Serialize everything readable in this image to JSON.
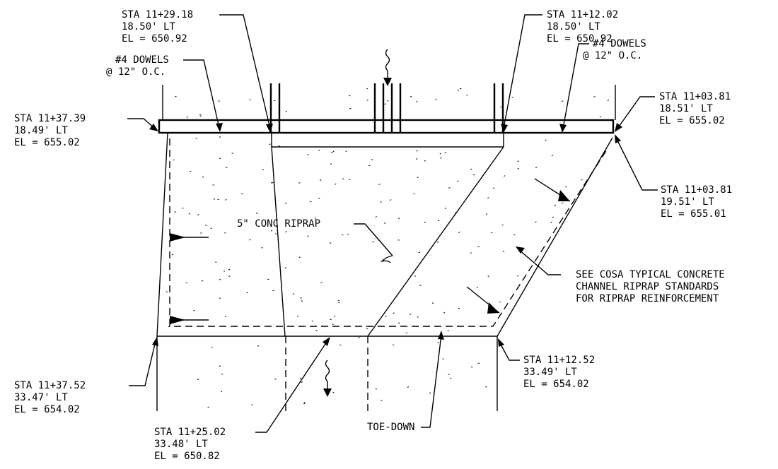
{
  "callouts": {
    "sta_112918": [
      "STA 11+29.18",
      "18.50' LT",
      "EL = 650.92"
    ],
    "sta_111202": [
      "STA 11+12.02",
      "18.50' LT",
      "EL = 650.92"
    ],
    "dowels_left": [
      "#4 DOWELS",
      "@ 12\" O.C."
    ],
    "dowels_right": [
      "#4 DOWELS",
      "@ 12\" O.C."
    ],
    "sta_113739": [
      "STA 11+37.39",
      "18.49' LT",
      "EL = 655.02"
    ],
    "sta_110381_top": [
      "STA 11+03.81",
      "18.51' LT",
      "EL = 655.02"
    ],
    "sta_110381_side": [
      "STA 11+03.81",
      "19.51' LT",
      "EL = 655.01"
    ],
    "riprap": [
      "5\" CONC RIPRAP"
    ],
    "see_cosa": [
      "SEE COSA TYPICAL CONCRETE",
      "CHANNEL RIPRAP STANDARDS",
      "FOR RIPRAP REINFORCEMENT"
    ],
    "sta_113752": [
      "STA 11+37.52",
      "33.47' LT",
      "EL = 654.02"
    ],
    "sta_111252": [
      "STA 11+12.52",
      "33.49' LT",
      "EL = 654.02"
    ],
    "sta_112502": [
      "STA 11+25.02",
      "33.48' LT",
      "EL = 650.82"
    ],
    "toe_down": [
      "TOE-DOWN"
    ]
  }
}
